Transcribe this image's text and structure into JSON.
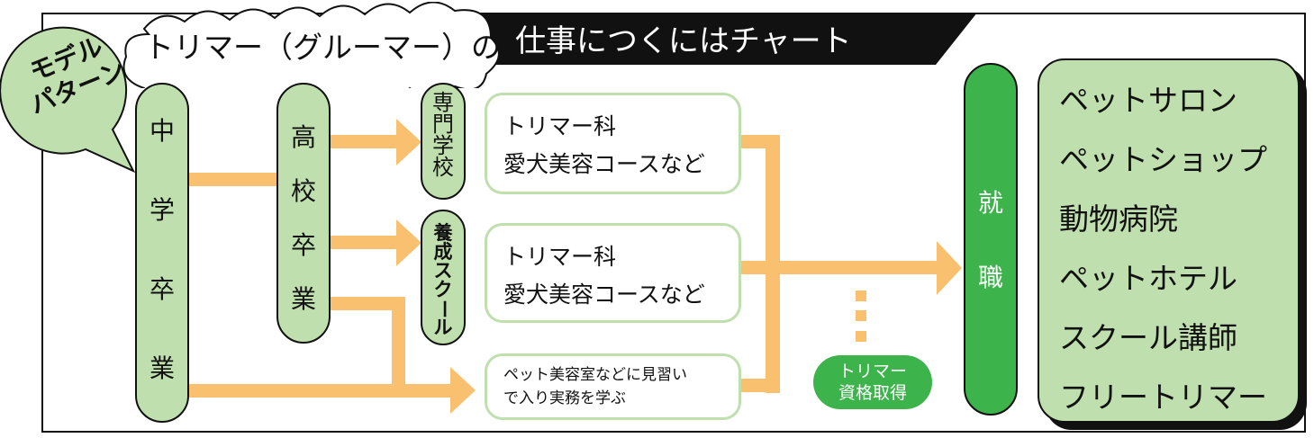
{
  "title": {
    "subtitle": "トリマー（グルーマー）の",
    "main": "仕事につくにはチャート"
  },
  "badge": {
    "line1": "モデル",
    "line2": "パターン"
  },
  "stages": {
    "junior_high": [
      "中",
      "学",
      "卒",
      "業"
    ],
    "high_school": [
      "高",
      "校",
      "卒",
      "業"
    ],
    "vocational": [
      "専",
      "門",
      "学",
      "校"
    ],
    "training_school": [
      "養",
      "成",
      "ス",
      "ク",
      "ー",
      "ル"
    ]
  },
  "boxes": [
    {
      "line1": "トリマー科",
      "line2": "愛犬美容コースなど"
    },
    {
      "line1": "トリマー科",
      "line2": "愛犬美容コースなど"
    },
    {
      "line1": "ペット美容室などに見習い",
      "line2": "で入り実務を学ぶ"
    }
  ],
  "license": {
    "line1": "トリマー",
    "line2": "資格取得"
  },
  "employment": [
    "就",
    "職"
  ],
  "workplaces": [
    "ペットサロン",
    "ペットショップ",
    "動物病院",
    "ペットホテル",
    "スクール講師",
    "フリートリマー"
  ],
  "colors": {
    "light_green": "#c0dfae",
    "green": "#3cb44b",
    "orange": "#f9c06f"
  }
}
